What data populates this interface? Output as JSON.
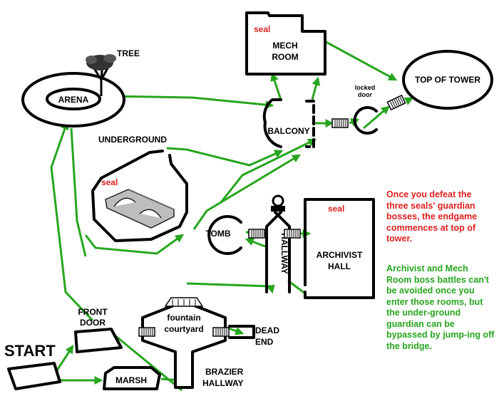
{
  "colors": {
    "path": "#27a51e",
    "seal": "#e02020",
    "wall": "#000000",
    "background": "#ffffff"
  },
  "rooms": {
    "start": "START",
    "front_door_line1": "FRONT",
    "front_door_line2": "DOOR",
    "marsh": "MARSH",
    "arena": "ARENA",
    "tree": "TREE",
    "underground": "UNDERGROUND",
    "balcony": "BALCONY",
    "mech_room_line1": "MECH",
    "mech_room_line2": "ROOM",
    "top_of_tower": "TOP OF TOWER",
    "locked_door_line1": "locked",
    "locked_door_line2": "door",
    "tomb": "TOMB",
    "hallway": "HALLWAY",
    "archivist_hall_line1": "ARCHIVIST",
    "archivist_hall_line2": "HALL",
    "fountain_courtyard_line1": "fountain",
    "fountain_courtyard_line2": "courtyard",
    "dead_end_line1": "DEAD",
    "dead_end_line2": "END",
    "brazier_hallway_line1": "BRAZIER",
    "brazier_hallway_line2": "HALLWAY"
  },
  "seals": {
    "mech_room": "seal",
    "underground": "seal",
    "archivist_hall": "seal"
  },
  "notes": {
    "seals_note": "Once you defeat the three seals' guardian bosses, the endgame commences at top of tower.",
    "bosses_note": "Archivist and Mech Room boss battles can't be avoided once you enter those rooms, but the under-ground guardian can be bypassed by jump-ing off the bridge."
  },
  "icons": {
    "tree": "tree-icon",
    "bridge": "stone-bridge-icon",
    "hallway_top": "bell-icon",
    "gate": "gate-icon"
  }
}
